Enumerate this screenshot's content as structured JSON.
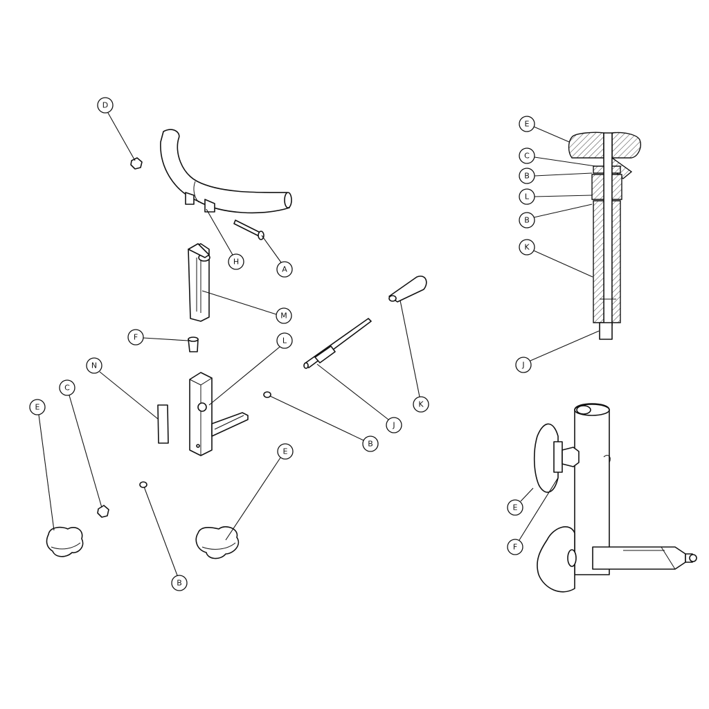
{
  "diagram": {
    "exploded_view_callouts": [
      {
        "id": "D",
        "label": "D"
      },
      {
        "id": "H",
        "label": "H"
      },
      {
        "id": "A",
        "label": "A"
      },
      {
        "id": "M",
        "label": "M"
      },
      {
        "id": "F",
        "label": "F"
      },
      {
        "id": "L",
        "label": "L"
      },
      {
        "id": "N",
        "label": "N"
      },
      {
        "id": "C",
        "label": "C"
      },
      {
        "id": "E1",
        "label": "E"
      },
      {
        "id": "B1",
        "label": "B"
      },
      {
        "id": "J",
        "label": "J"
      },
      {
        "id": "K",
        "label": "K"
      },
      {
        "id": "E2",
        "label": "E"
      },
      {
        "id": "B2",
        "label": "B"
      }
    ],
    "section_view_callouts": [
      {
        "id": "E",
        "label": "E"
      },
      {
        "id": "C",
        "label": "C"
      },
      {
        "id": "B1",
        "label": "B"
      },
      {
        "id": "L",
        "label": "L"
      },
      {
        "id": "B2",
        "label": "B"
      },
      {
        "id": "K",
        "label": "K"
      },
      {
        "id": "J",
        "label": "J"
      }
    ],
    "assembled_view_callouts": [
      {
        "id": "E",
        "label": "E"
      },
      {
        "id": "F",
        "label": "F"
      }
    ]
  }
}
